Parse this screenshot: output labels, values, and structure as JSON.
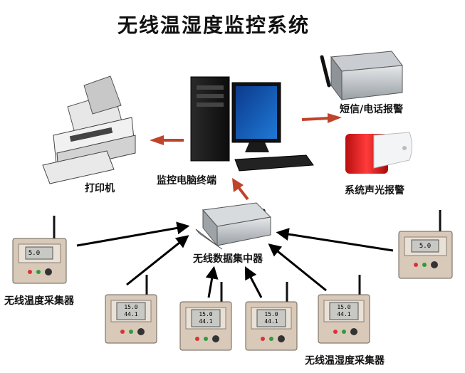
{
  "title": "无线温湿度监控系统",
  "labels": {
    "printer": "打印机",
    "computer": "监控电脑终端",
    "sms_alarm": "短信/电话报警",
    "light_alarm": "系统声光报警",
    "hub": "无线数据集中器",
    "sensor_left": "无线温度采集器",
    "sensor_bottom": "无线温湿度采集器"
  },
  "sensor_readings": {
    "single": "5.0",
    "temperature": "15.0",
    "humidity": "44.1"
  },
  "colors": {
    "flow_arrow": "#c0432b",
    "link_arrow": "#000000",
    "sensor_body": "#d9c9b8",
    "sensor_panel": "#e9e1d6",
    "lcd": "#c8c9c4"
  }
}
